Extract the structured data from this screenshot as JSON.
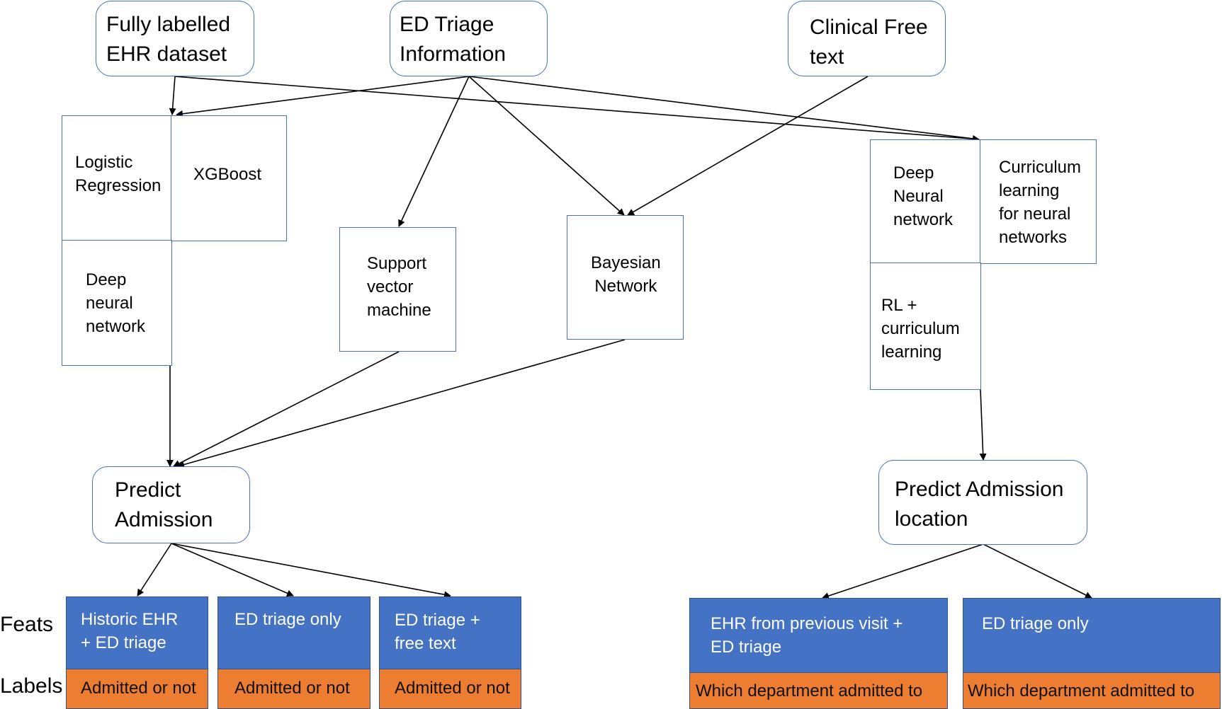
{
  "sources": {
    "ehr": "Fully labelled\nEHR dataset",
    "triage": "ED Triage\nInformation",
    "freetext": "Clinical Free\ntext"
  },
  "models": {
    "logistic": "Logistic\nRegression",
    "xgboost": "XGBoost",
    "deep_nn_left": "Deep\nneural\nnetwork",
    "svm": "Support\nvector\nmachine",
    "bayesian": "Bayesian\nNetwork",
    "deep_nn_right": "Deep\nNeural\nnetwork",
    "curriculum": "Curriculum\nlearning\nfor neural\nnetworks",
    "rl": "RL +\ncurriculum\nlearning"
  },
  "outcomes": {
    "admission": "Predict\nAdmission",
    "location": "Predict Admission\nlocation"
  },
  "row_labels": {
    "feats": "Feats",
    "labels": "Labels"
  },
  "feature_sets": [
    {
      "feat": "Historic  EHR\n+ ED triage",
      "label": "Admitted or not"
    },
    {
      "feat": "ED triage only",
      "label": "Admitted or not"
    },
    {
      "feat": "ED triage +\nfree text",
      "label": "Admitted or not"
    },
    {
      "feat": "EHR from previous visit +\nED triage",
      "label": "Which department admitted to"
    },
    {
      "feat": "ED triage only",
      "label": "Which department admitted to"
    }
  ],
  "colors": {
    "box_border": "#4a6fb5",
    "feature_fill": "#4472c4",
    "label_fill": "#ed7d31",
    "arrow": "#000000"
  }
}
